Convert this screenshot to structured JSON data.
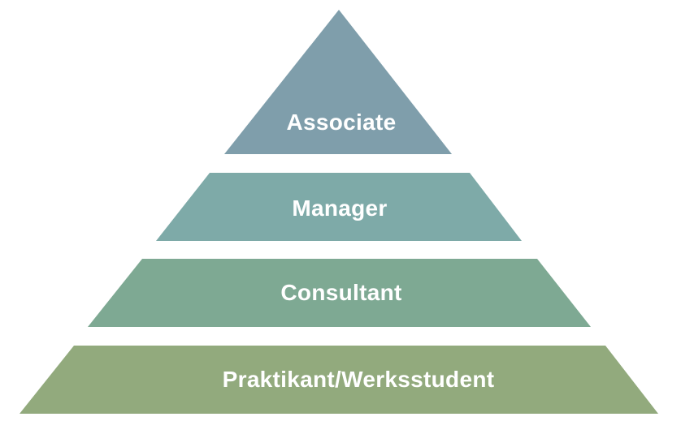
{
  "pyramid": {
    "tiers": [
      {
        "label": "Associate",
        "color": "#7f9eab"
      },
      {
        "label": "Manager",
        "color": "#7eaaa8"
      },
      {
        "label": "Consultant",
        "color": "#7ea993"
      },
      {
        "label": "Praktikant/Werksstudent",
        "color": "#92aa7d"
      }
    ]
  }
}
